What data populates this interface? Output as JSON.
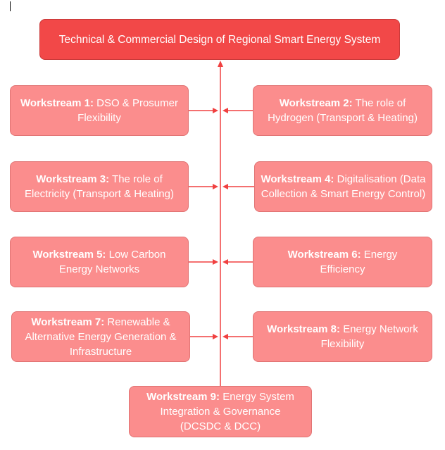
{
  "diagram": {
    "title": "Technical & Commercial Design of Regional Smart Energy System",
    "workstreams": [
      {
        "prefix": "Workstream 1:",
        "text": " DSO & Prosumer Flexibility"
      },
      {
        "prefix": "Workstream 2:",
        "text": " The role of Hydrogen (Transport & Heating)"
      },
      {
        "prefix": "Workstream 3:",
        "text": " The role of Electricity (Transport & Heating)"
      },
      {
        "prefix": "Workstream 4:",
        "text": " Digitalisation (Data Collection & Smart Energy Control)"
      },
      {
        "prefix": "Workstream 5:",
        "text": " Low Carbon Energy Networks"
      },
      {
        "prefix": "Workstream 6:",
        "text": " Energy Efficiency"
      },
      {
        "prefix": "Workstream 7:",
        "text": " Renewable & Alternative Energy Generation & Infrastructure"
      },
      {
        "prefix": "Workstream 8:",
        "text": " Energy Network Flexibility"
      },
      {
        "prefix": "Workstream 9:",
        "text": " Energy System Integration & Governance (DCSDC & DCC)"
      }
    ],
    "colors": {
      "title_fill": "#f24848",
      "box_fill": "#fb8d8d",
      "connector": "#f04040"
    }
  }
}
